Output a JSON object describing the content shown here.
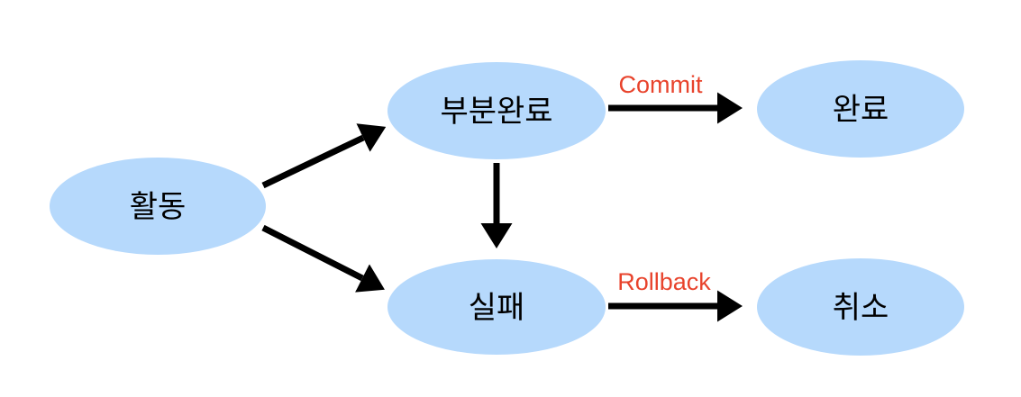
{
  "diagram": {
    "nodes": [
      {
        "id": "activity",
        "label": "활동"
      },
      {
        "id": "partial-complete",
        "label": "부분완료"
      },
      {
        "id": "complete",
        "label": "완료"
      },
      {
        "id": "failure",
        "label": "실패"
      },
      {
        "id": "cancel",
        "label": "취소"
      }
    ],
    "edges": [
      {
        "from": "활동",
        "to": "부분완료",
        "label": ""
      },
      {
        "from": "부분완료",
        "to": "완료",
        "label": "Commit"
      },
      {
        "from": "부분완료",
        "to": "실패",
        "label": ""
      },
      {
        "from": "활동",
        "to": "실패",
        "label": ""
      },
      {
        "from": "실패",
        "to": "취소",
        "label": "Rollback"
      }
    ],
    "colors": {
      "node_fill": "#B6D9FC",
      "edge_label": "#E8432C",
      "arrow": "#000000",
      "background": "#FFFFFF"
    }
  }
}
